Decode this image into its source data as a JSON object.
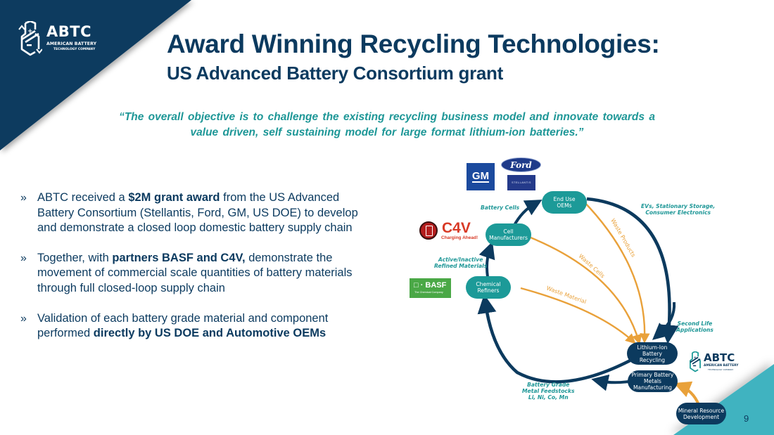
{
  "slide": {
    "page_number": "9",
    "colors": {
      "navy": "#0b3a5f",
      "teal": "#1c9a98",
      "orange": "#e9a13a",
      "accent_corner": "#41b3c0"
    }
  },
  "logo": {
    "brand": "ABTC",
    "line1": "AMERICAN BATTERY",
    "line2": "TECHNOLOGY COMPANY",
    "icon": "abtc-battery-icon"
  },
  "header": {
    "title": "Award Winning Recycling Technologies:",
    "subtitle": "US Advanced Battery Consortium grant"
  },
  "quote": "“The overall objective is to challenge the existing recycling business model and innovate towards a value driven, self sustaining model for large format lithium-ion batteries.”",
  "bullets": [
    {
      "marker": "»",
      "pre": "ABTC received a ",
      "bold": "$2M grant award",
      "post": " from the US Advanced Battery Consortium (Stellantis, Ford, GM, US DOE) to develop and demonstrate a closed loop domestic battery supply chain"
    },
    {
      "marker": "»",
      "pre": "Together, with ",
      "bold": "partners BASF and C4V,",
      "post": " demonstrate the movement of commercial scale quantities of battery materials through full closed-loop supply chain"
    },
    {
      "marker": "»",
      "pre": "Validation of each battery grade material and component performed ",
      "bold": "directly by US DOE and Automotive OEMs",
      "post": ""
    }
  ],
  "diagram": {
    "nodes": {
      "end_use_oems": "End Use\nOEMs",
      "cell_manufacturers": "Cell\nManufacturers",
      "chemical_refiners": "Chemical\nRefiners",
      "li_ion_recycling": "Lithium-Ion\nBattery\nRecycling",
      "primary_metals": "Primary Battery\nMetals\nManufacturing",
      "mineral_resource": "Mineral Resource\nDevelopment"
    },
    "flow_labels": {
      "battery_cells": "Battery Cells",
      "active_inactive": "Active/Inactive\nRefined Materials",
      "evs": "EVs, Stationary Storage,\nConsumer Electronics",
      "second_life": "Second Life\nApplications",
      "battery_grade": "Battery Grade\nMetal Feedstocks\nLi, Ni, Co, Mn"
    },
    "waste_labels": {
      "waste_products": "Waste Products",
      "waste_cells": "Waste Cells",
      "waste_material": "Waste Material"
    },
    "partner_logos": {
      "gm": "GM",
      "ford": "Ford",
      "stellantis": "STELLANTIS",
      "c4v_name": "C4V",
      "c4v_tag": "Charging Ahead!",
      "basf_name": "□ · BASF",
      "basf_tag": "The Chemical Company"
    }
  }
}
